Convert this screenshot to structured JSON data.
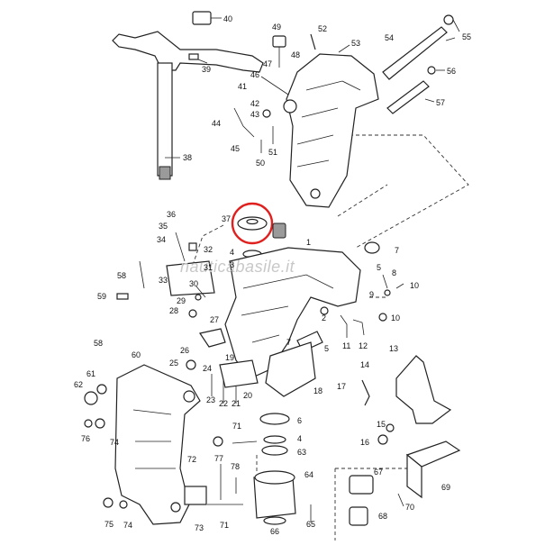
{
  "watermark": "nauticabasile.it",
  "colors": {
    "highlight": "#e0201e",
    "line": "#222222",
    "shade": "#9a9a9a"
  },
  "callouts": {
    "c1": "1",
    "c2": "2",
    "c3": "3",
    "c4": "4",
    "c4b": "4",
    "c5": "5",
    "c5b": "5",
    "c6": "6",
    "c7": "7",
    "c7b": "7",
    "c8": "8",
    "c9": "9",
    "c10": "10",
    "c10b": "10",
    "c11": "11",
    "c12": "12",
    "c13": "13",
    "c14": "14",
    "c15": "15",
    "c16": "16",
    "c17": "17",
    "c18": "18",
    "c19": "19",
    "c20": "20",
    "c21": "21",
    "c22": "22",
    "c23": "23",
    "c24": "24",
    "c25": "25",
    "c26": "26",
    "c27": "27",
    "c28": "28",
    "c29": "29",
    "c30": "30",
    "c31": "31",
    "c32": "32",
    "c33": "33",
    "c34": "34",
    "c35": "35",
    "c36": "36",
    "c37": "37",
    "c38": "38",
    "c39": "39",
    "c40": "40",
    "c41": "41",
    "c42": "42",
    "c43": "43",
    "c44": "44",
    "c45": "45",
    "c46": "46",
    "c47": "47",
    "c48": "48",
    "c49": "49",
    "c50": "50",
    "c51": "51",
    "c52": "52",
    "c53": "53",
    "c54": "54",
    "c55": "55",
    "c56": "56",
    "c57": "57",
    "c58": "58",
    "c58b": "58",
    "c59": "59",
    "c60": "60",
    "c61": "61",
    "c62": "62",
    "c63": "63",
    "c64": "64",
    "c65": "65",
    "c66": "66",
    "c67": "67",
    "c68": "68",
    "c69": "69",
    "c70": "70",
    "c71": "71",
    "c71b": "71",
    "c72": "72",
    "c73": "73",
    "c74": "74",
    "c74b": "74",
    "c75": "75",
    "c76": "76",
    "c77": "77",
    "c78": "78"
  }
}
